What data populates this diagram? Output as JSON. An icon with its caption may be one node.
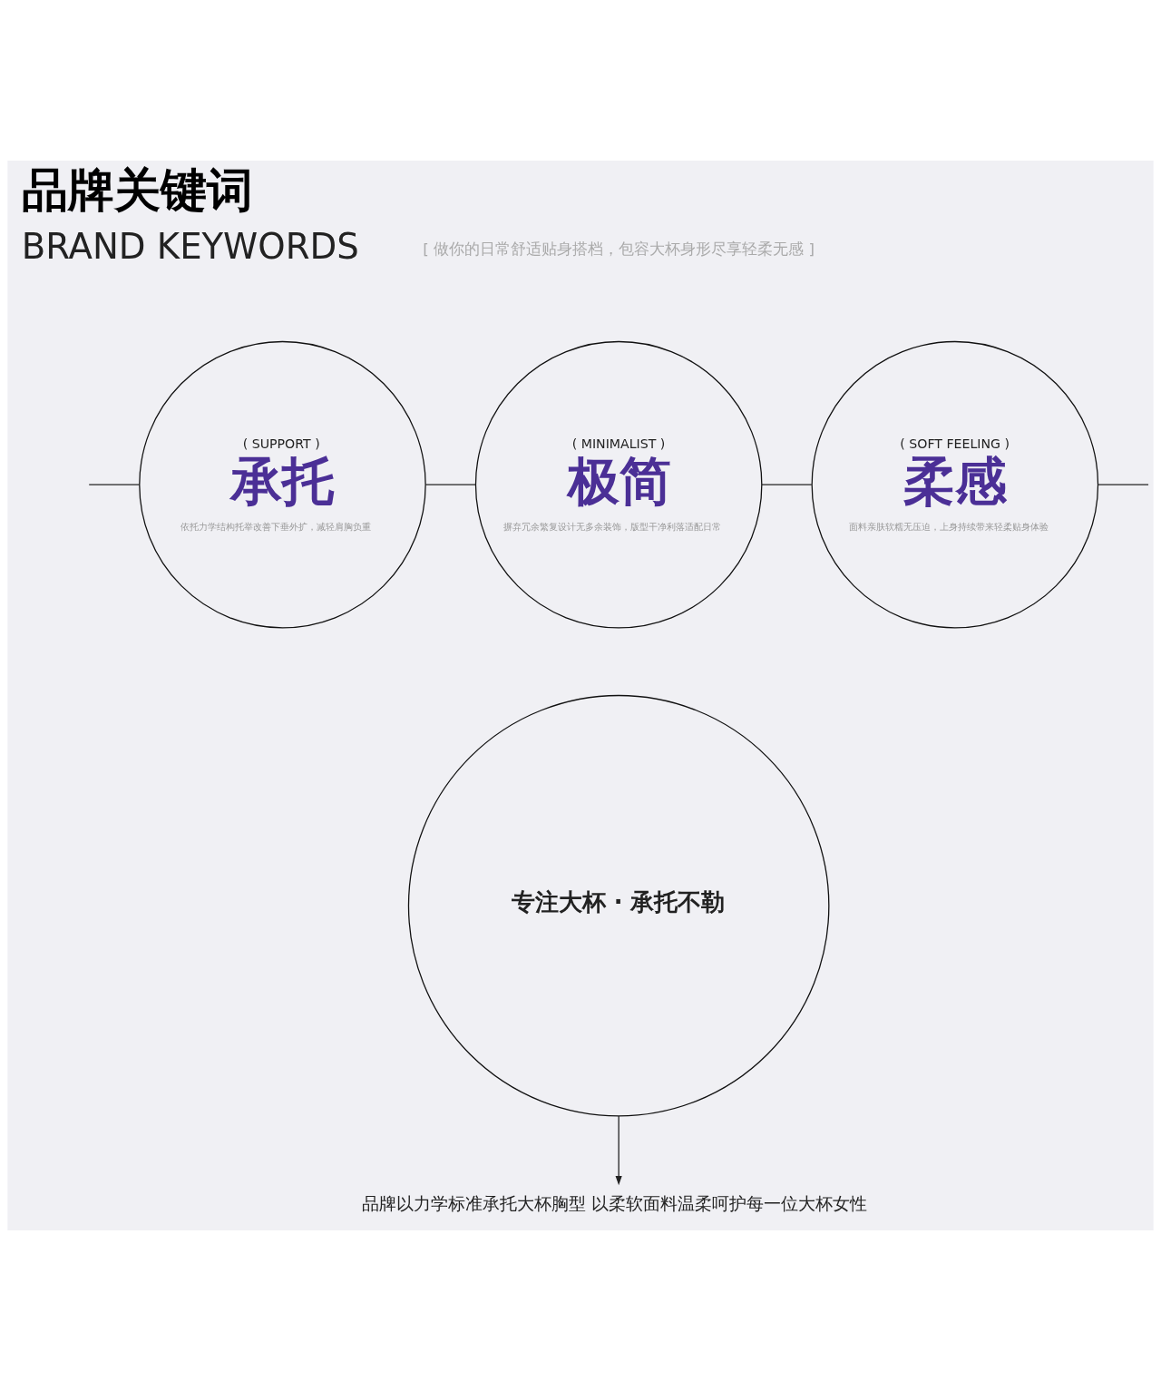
{
  "diagram": {
    "title": "品牌关键词",
    "nodes": [
      {
        "text": [
          "专注大杯 · 承托不勒"
        ]
      },
      {
        "text": [
          "( SUPPORT )",
          "承托",
          "依托力学结构托举改善下垂外扩，减轻肩胸负重"
        ]
      },
      {
        "text": [
          "( MINIMALIST )",
          "极简",
          "摒弃冗余繁复设计无多余装饰，版型干净利落适配日常"
        ]
      },
      {
        "text": [
          "( SOFT FEELING )",
          "柔感",
          "面料亲肤软糯无压迫，上身持续带来轻柔贴身体验"
        ]
      },
      {
        "text": [
          "品牌以力学标准承托大杯胸型 以柔软面料温柔呵护每一位大杯女性"
        ]
      }
    ],
    "edges": [
      {
        "from": null,
        "to": 1,
        "arrow": "none"
      },
      {
        "from": 1,
        "to": 2,
        "arrow": "none"
      },
      {
        "from": 2,
        "to": 3,
        "arrow": "none"
      },
      {
        "from": 3,
        "to": null,
        "arrow": "none"
      },
      {
        "from": 0,
        "to": 4,
        "arrow": "to"
      }
    ],
    "labels": [
      "BRAND KEYWORDS",
      "[ 做你的日常舒适贴身搭档，包容大杯身形尽享轻柔无感 ]"
    ]
  }
}
